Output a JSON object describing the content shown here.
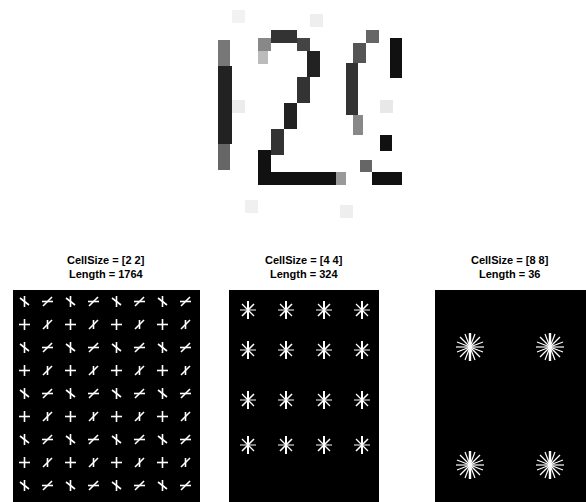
{
  "diagram": {
    "labels": [
      "CellSize = [2 2]",
      "Length = 1764",
      "CellSize = [4 4]",
      "Length = 324",
      "CellSize = [8 8]",
      "Length = 36"
    ]
  }
}
